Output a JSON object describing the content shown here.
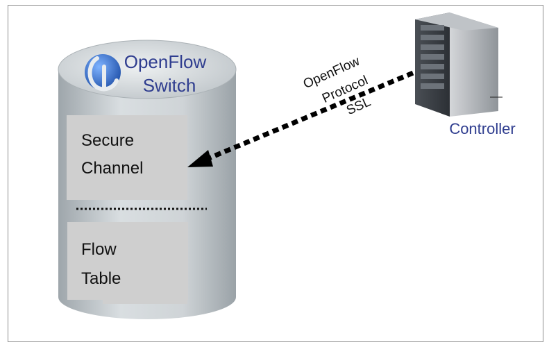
{
  "switch": {
    "title_line1": "OpenFlow",
    "title_line2": "Switch",
    "secure_line1": "Secure",
    "secure_line2": "Channel",
    "flow_line1": "Flow",
    "flow_line2": "Table"
  },
  "link": {
    "line1": "OpenFlow",
    "line2": "Protocol",
    "line3": "SSL"
  },
  "controller": {
    "label": "Controller"
  },
  "colors": {
    "cylinder_light": "#d7dcdf",
    "cylinder_dark": "#9aa3a8",
    "box_fill": "#cfcfcf",
    "blue_text": "#2f3d8f",
    "arrow": "#000000"
  },
  "icons": {
    "switch_logo": "openflow-logo-icon",
    "controller": "server-tower-icon"
  }
}
